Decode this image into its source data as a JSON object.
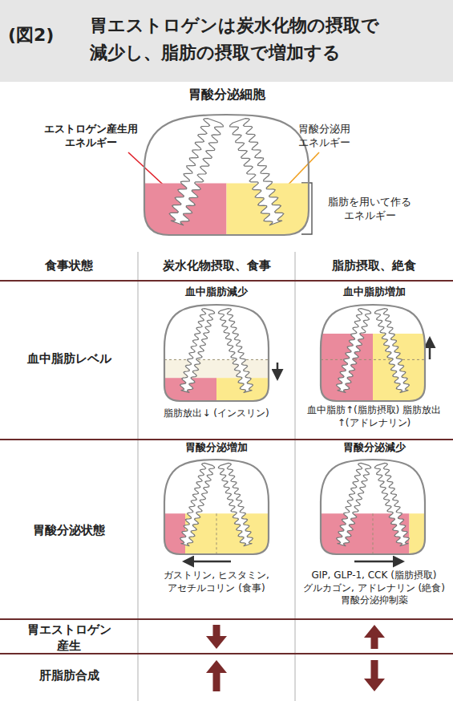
{
  "diagram": {
    "title": "胃エストロゲンは炭水化物の摂取で 減少し、脂肪の摂取で増加する",
    "labels": [
      "(図2)",
      "胃酸分泌細胞",
      "エストロゲン産生用 エネルギー",
      "胃酸分泌用 エネルギー",
      "脂肪を用いて作る エネルギー",
      "食事状態",
      "炭水化物摂取、食事",
      "脂肪摂取、絶食",
      "血中脂肪レベル",
      "血中脂肪減少",
      "脂肪放出↓ (インスリン)",
      "血中脂肪増加",
      "血中脂肪↑(脂肪摂取) 脂肪放出↑(アドレナリン)",
      "胃酸分泌状態",
      "胃酸分泌増加",
      "ガストリン, ヒスタミン, アセチルコリン (食事)",
      "胃酸分泌減少",
      "GIP, GLP-1, CCK (脂肪摂取) グルカゴン, アドレナリン (絶食) 胃酸分泌抑制薬",
      "胃エストロゲン 産生",
      "肝脂肪合成"
    ]
  }
}
